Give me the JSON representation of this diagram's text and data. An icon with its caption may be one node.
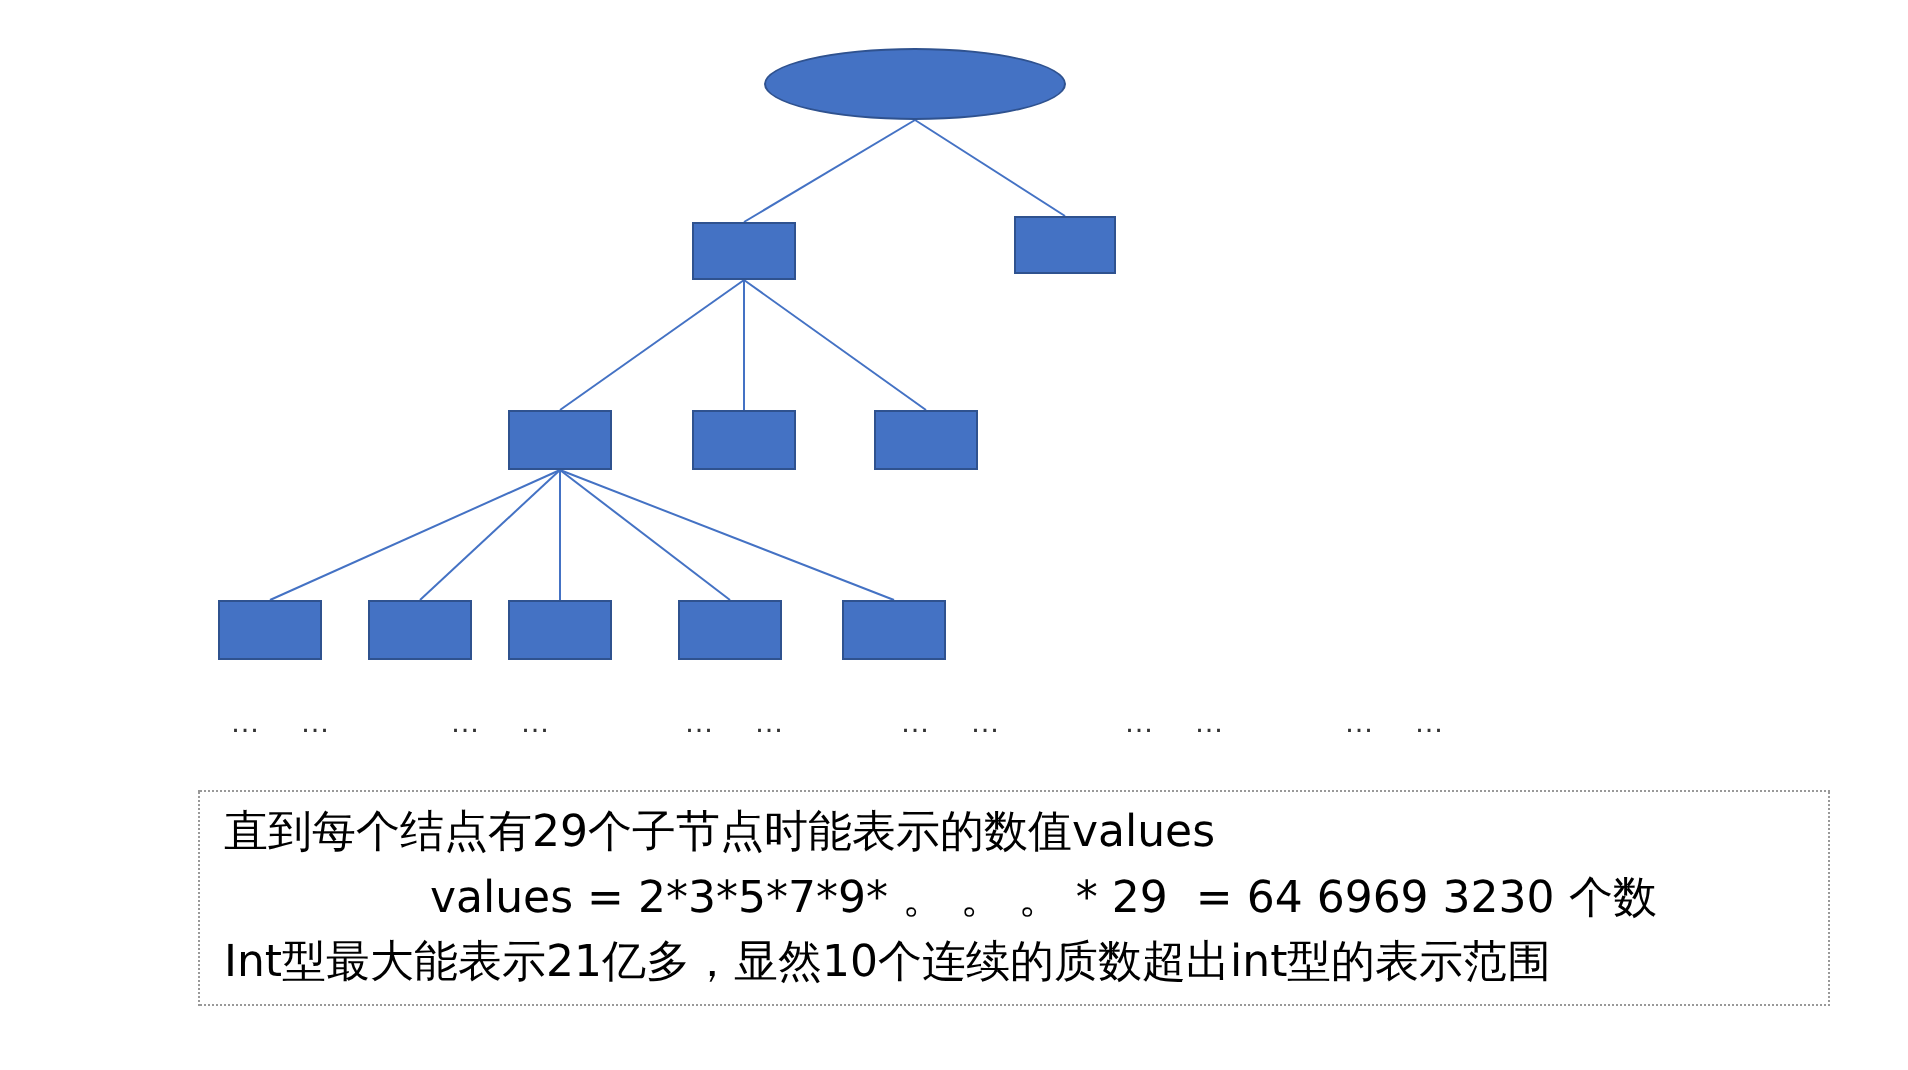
{
  "diagram": {
    "nodes": [
      {
        "text": [],
        "shape": "ellipse"
      },
      {
        "text": [],
        "shape": "box"
      },
      {
        "text": [],
        "shape": "box"
      },
      {
        "text": [],
        "shape": "box"
      },
      {
        "text": [],
        "shape": "box"
      },
      {
        "text": [],
        "shape": "box"
      },
      {
        "text": [],
        "shape": "box"
      },
      {
        "text": [],
        "shape": "box"
      },
      {
        "text": [],
        "shape": "box"
      },
      {
        "text": [],
        "shape": "box"
      },
      {
        "text": [],
        "shape": "box"
      }
    ],
    "edges": [
      {
        "from": 0,
        "to": 1,
        "arrow": "none"
      },
      {
        "from": 0,
        "to": 2,
        "arrow": "none"
      },
      {
        "from": 1,
        "to": 3,
        "arrow": "none"
      },
      {
        "from": 1,
        "to": 4,
        "arrow": "none"
      },
      {
        "from": 1,
        "to": 5,
        "arrow": "none"
      },
      {
        "from": 3,
        "to": 6,
        "arrow": "none"
      },
      {
        "from": 3,
        "to": 7,
        "arrow": "none"
      },
      {
        "from": 3,
        "to": 8,
        "arrow": "none"
      },
      {
        "from": 3,
        "to": 9,
        "arrow": "none"
      },
      {
        "from": 3,
        "to": 10,
        "arrow": "none"
      }
    ],
    "labels": [
      "…",
      "…",
      "…",
      "…",
      "…",
      "…",
      "…",
      "…",
      "…",
      "…",
      "…",
      "…",
      "直到每个结点有29个子节点时能表示的数值values",
      "values = 2*3*5*7*9* 。 。 。 * 29  = 64 6969 3230 个数",
      "Int型最大能表示21亿多，显然10个连续的质数超出int型的表示范围"
    ]
  }
}
